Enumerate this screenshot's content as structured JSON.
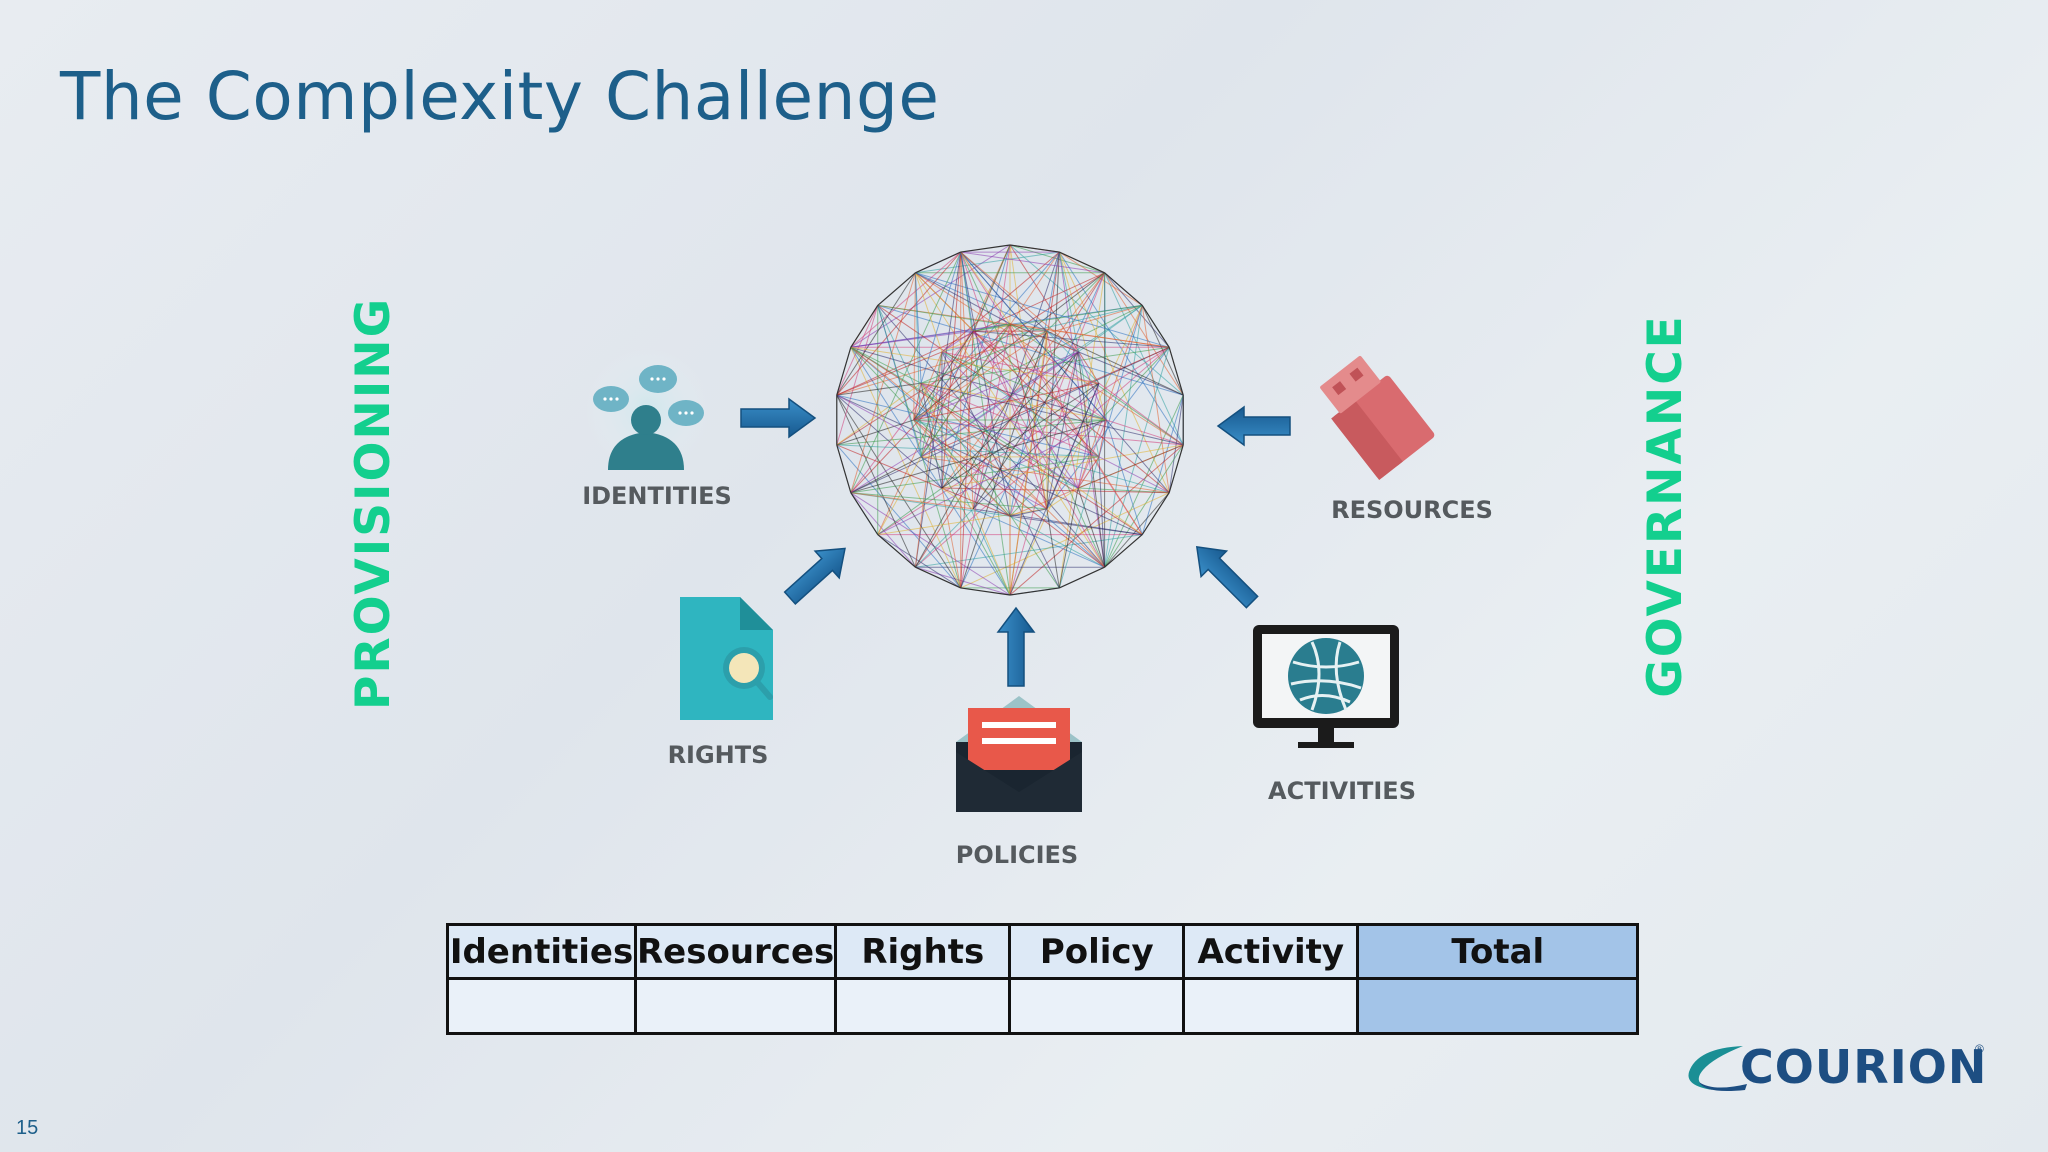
{
  "title": "The Complexity Challenge",
  "side_labels": {
    "left": "PROVISIONING",
    "right": "GOVERNANCE"
  },
  "captions": {
    "identities": "IDENTITIES",
    "resources": "RESOURCES",
    "rights": "RIGHTS",
    "policies": "POLICIES",
    "activities": "ACTIVITIES"
  },
  "table": {
    "headers": [
      "Identities",
      "Resources",
      "Rights",
      "Policy",
      "Activity",
      "Total"
    ],
    "values": [
      "",
      "",
      "",
      "",
      "",
      ""
    ]
  },
  "logo": {
    "text": "COURION",
    "mark": "®"
  },
  "page_number": "15",
  "colors": {
    "title": "#1d5f8a",
    "side_label": "#13cf8e",
    "arrow": "#1f6ea8",
    "table_header": "#dde9f6",
    "table_total": "#a3c4e8"
  }
}
